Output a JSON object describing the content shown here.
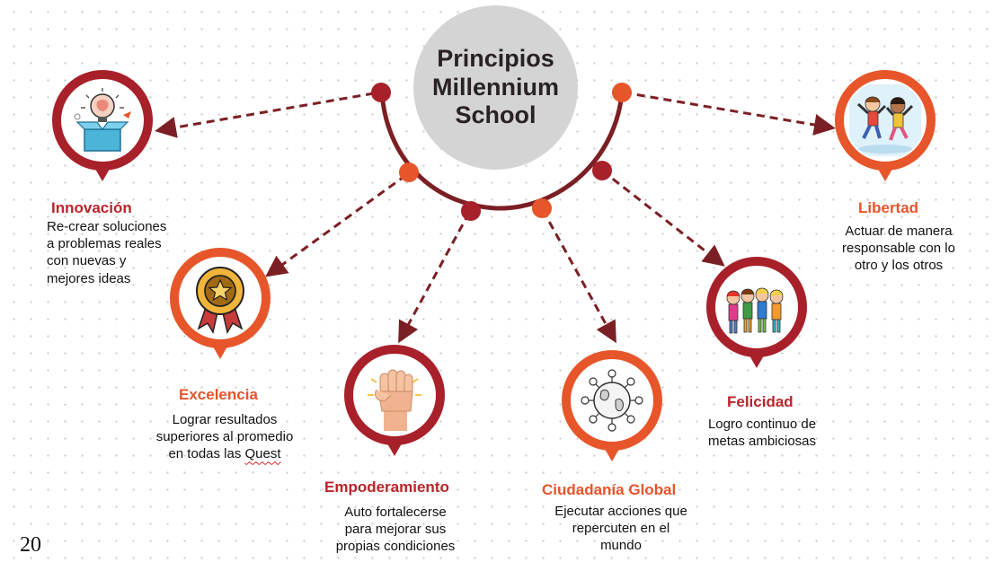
{
  "center": {
    "title": "Principios\nMillennium\nSchool"
  },
  "colors": {
    "dark_red": "#a8202a",
    "orange": "#e6562a",
    "center_gray": "#d4d4d4",
    "connector": "#7b1f24"
  },
  "principles": [
    {
      "key": "innovacion",
      "title": "Innovación",
      "description": "Re-crear soluciones\na problemas reales\ncon nuevas y\nmejores ideas",
      "icon": "lightbulb-brain-box-icon",
      "accent": "dark_red"
    },
    {
      "key": "excelencia",
      "title": "Excelencia",
      "description": "Lograr resultados\nsuperiores al promedio\nen todas las",
      "description_tail": "Quest",
      "icon": "award-ribbon-icon",
      "accent": "orange"
    },
    {
      "key": "empoderamiento",
      "title": "Empoderamiento",
      "description": "Auto fortalecerse\npara mejorar sus\npropias condiciones",
      "icon": "raised-fist-icon",
      "accent": "dark_red"
    },
    {
      "key": "ciudadania",
      "title": "Ciudadanía Global",
      "description": "Ejecutar acciones que\nrepercuten en el\nmundo",
      "icon": "globe-people-icon",
      "accent": "orange"
    },
    {
      "key": "felicidad",
      "title": "Felicidad",
      "description": "Logro continuo de\nmetas ambiciosas",
      "icon": "happy-children-icon",
      "accent": "dark_red"
    },
    {
      "key": "libertad",
      "title": "Libertad",
      "description": "Actuar de manera\nresponsable con lo\notro y los otros",
      "icon": "jumping-children-icon",
      "accent": "orange"
    }
  ],
  "page_number": "20"
}
